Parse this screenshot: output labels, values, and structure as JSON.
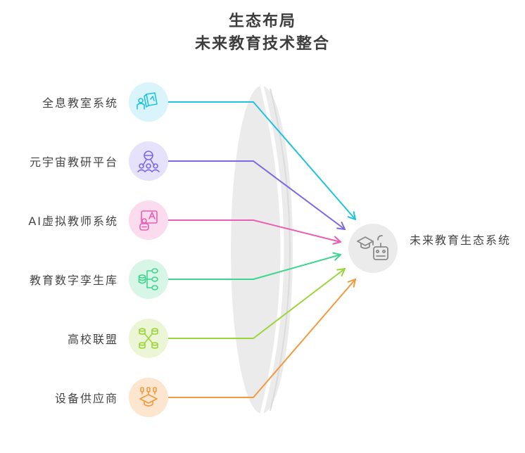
{
  "title": {
    "line1": "生态布局",
    "line2": "未来教育技术整合"
  },
  "sources": [
    {
      "label": "全息教室系统",
      "icon": "hologram-classroom-icon",
      "color": "#1fc3e0",
      "bg": "#d9f5fb"
    },
    {
      "label": "元宇宙教研平台",
      "icon": "metaverse-people-icon",
      "color": "#7b68e6",
      "bg": "#e6e2fb"
    },
    {
      "label": "AI虚拟教师系统",
      "icon": "ai-teacher-icon",
      "color": "#ea5fb2",
      "bg": "#fbdcef"
    },
    {
      "label": "教育数字孪生库",
      "icon": "database-tree-icon",
      "color": "#3cd68e",
      "bg": "#d8f6e7"
    },
    {
      "label": "高校联盟",
      "icon": "network-nodes-icon",
      "color": "#9ad63a",
      "bg": "#ecf6d6"
    },
    {
      "label": "设备供应商",
      "icon": "supplier-graduation-icon",
      "color": "#f29a3d",
      "bg": "#fde6cf"
    }
  ],
  "target": {
    "label": "未来教育生态系统",
    "icon": "education-robot-icon"
  }
}
